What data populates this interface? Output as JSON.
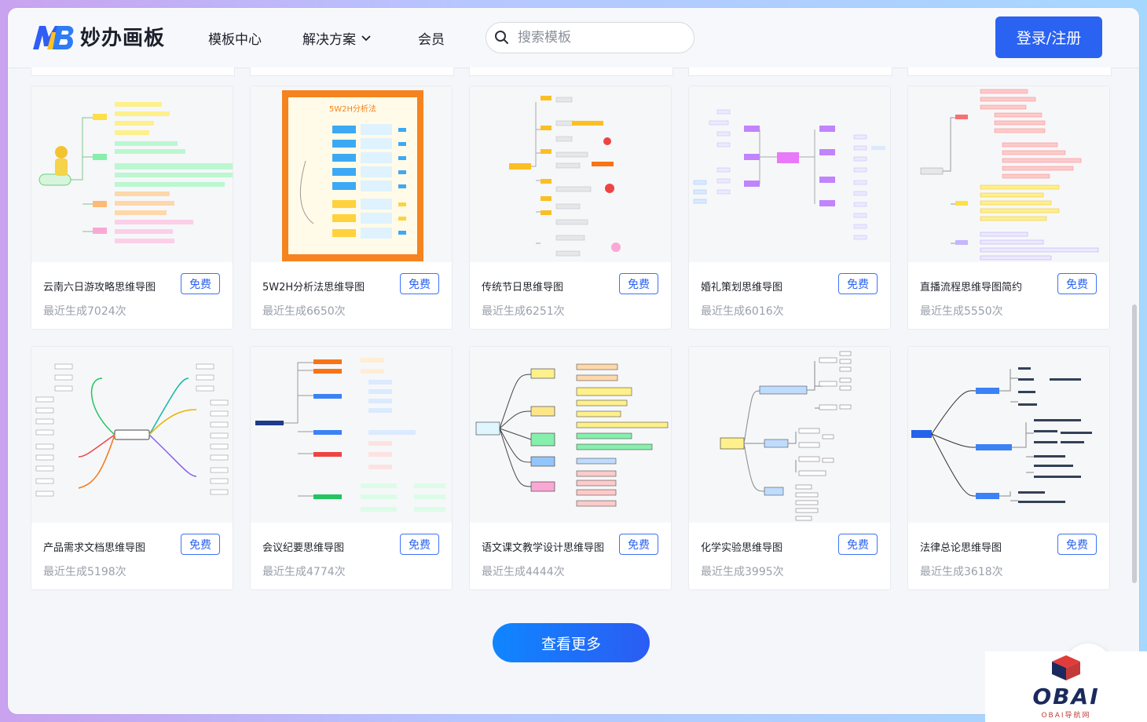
{
  "header": {
    "brand": "妙办画板",
    "nav": [
      {
        "label": "模板中心"
      },
      {
        "label": "解决方案"
      },
      {
        "label": "会员"
      }
    ],
    "search_placeholder": "搜索模板",
    "login_label": "登录/注册"
  },
  "cards": [
    {
      "title": "云南六日游攻略思维导图",
      "badge": "免费",
      "count": "最近生成7024次",
      "thumb": "mind-map-left"
    },
    {
      "title": "5W2H分析法思维导图",
      "badge": "免费",
      "count": "最近生成6650次",
      "thumb": "5w2h-poster"
    },
    {
      "title": "传统节日思维导图",
      "badge": "免费",
      "count": "最近生成6251次",
      "thumb": "festival-tree"
    },
    {
      "title": "婚礼策划思维导图",
      "badge": "免费",
      "count": "最近生成6016次",
      "thumb": "wedding-radial"
    },
    {
      "title": "直播流程思维导图简约",
      "badge": "免费",
      "count": "最近生成5550次",
      "thumb": "live-stream-tree"
    },
    {
      "title": "产品需求文档思维导图",
      "badge": "免费",
      "count": "最近生成5198次",
      "thumb": "prd-radial"
    },
    {
      "title": "会议纪要思维导图",
      "badge": "免费",
      "count": "最近生成4774次",
      "thumb": "meeting-tree"
    },
    {
      "title": "语文课文教学设计思维导图",
      "badge": "免费",
      "count": "最近生成4444次",
      "thumb": "lesson-tree"
    },
    {
      "title": "化学实验思维导图",
      "badge": "免费",
      "count": "最近生成3995次",
      "thumb": "chemistry-tree"
    },
    {
      "title": "法律总论思维导图",
      "badge": "免费",
      "count": "最近生成3618次",
      "thumb": "law-tree"
    }
  ],
  "more_label": "查看更多",
  "watermark": {
    "brand": "OBAI",
    "sub": "OBAI导航网"
  },
  "colors": {
    "primary": "#2a62f2",
    "badge": "#2b63f0",
    "muted": "#9aa0aa"
  },
  "icons": [
    "search-icon",
    "chevron-down-icon",
    "logo-icon",
    "cube-icon"
  ]
}
